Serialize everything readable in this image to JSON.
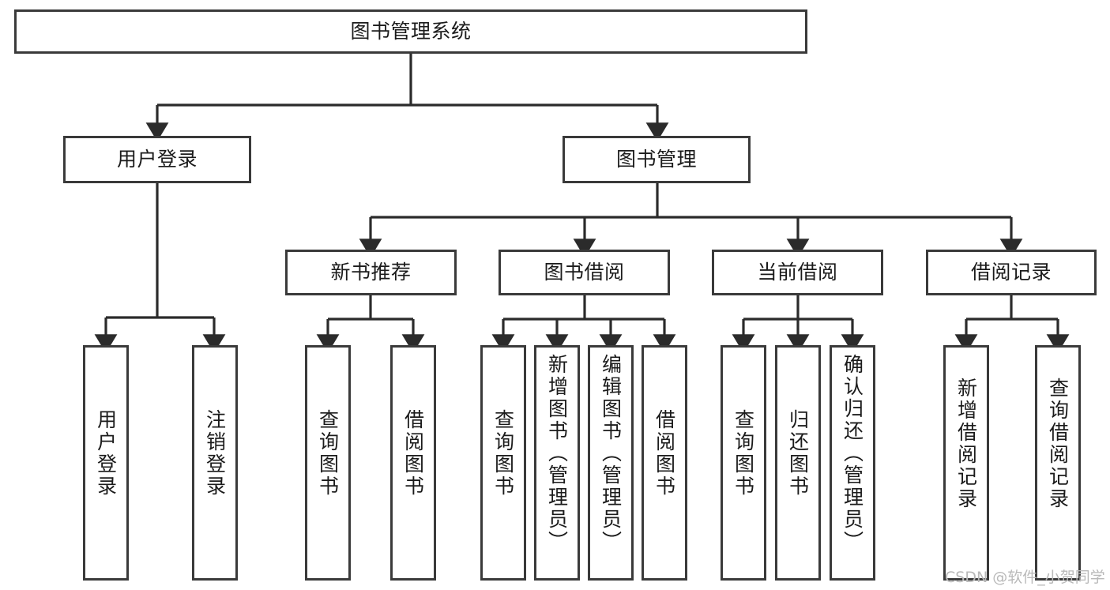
{
  "diagram": {
    "type": "tree",
    "title": "图书管理系统",
    "theme": {
      "background": "#ffffff",
      "box_border": "#3a3a3a",
      "box_fill": "#ffffff",
      "text": "#1b1b1b",
      "connector": "#2b2b2b",
      "watermark": "#b9b9b9"
    },
    "root": {
      "label": "图书管理系统"
    },
    "level2": [
      {
        "id": "user-login",
        "label": "用户登录"
      },
      {
        "id": "book-management",
        "label": "图书管理"
      }
    ],
    "level3": [
      {
        "id": "new-book-recommend",
        "label": "新书推荐",
        "parent": "book-management"
      },
      {
        "id": "book-borrow",
        "label": "图书借阅",
        "parent": "book-management"
      },
      {
        "id": "current-borrow",
        "label": "当前借阅",
        "parent": "book-management"
      },
      {
        "id": "borrow-record",
        "label": "借阅记录",
        "parent": "book-management"
      }
    ],
    "leaves": {
      "user-login": [
        {
          "id": "leaf-user-login",
          "label": "用户登录"
        },
        {
          "id": "leaf-user-logout",
          "label": "注销登录"
        }
      ],
      "new-book-recommend": [
        {
          "id": "leaf-query-book-1",
          "label": "查询图书"
        },
        {
          "id": "leaf-borrow-book-1",
          "label": "借阅图书"
        }
      ],
      "book-borrow": [
        {
          "id": "leaf-query-book-2",
          "label": "查询图书"
        },
        {
          "id": "leaf-add-book",
          "label": "新增图书（管理员）"
        },
        {
          "id": "leaf-edit-book",
          "label": "编辑图书（管理员）"
        },
        {
          "id": "leaf-borrow-book-2",
          "label": "借阅图书"
        }
      ],
      "current-borrow": [
        {
          "id": "leaf-query-book-3",
          "label": "查询图书"
        },
        {
          "id": "leaf-return-book",
          "label": "归还图书"
        },
        {
          "id": "leaf-confirm-return",
          "label": "确认归还（管理员）"
        }
      ],
      "borrow-record": [
        {
          "id": "leaf-add-record",
          "label": "新增借阅记录"
        },
        {
          "id": "leaf-query-record",
          "label": "查询借阅记录"
        }
      ]
    },
    "watermark": "CSDN @软件_小贺同学"
  }
}
